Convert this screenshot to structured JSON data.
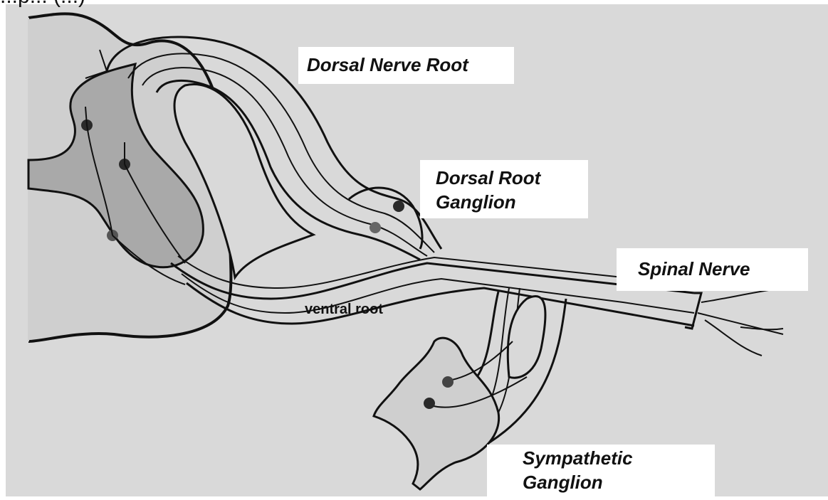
{
  "figure": {
    "top_caption": "...p... (...)",
    "labels": {
      "dorsal_nerve_root": "Dorsal Nerve Root",
      "dorsal_root_ganglion_line1": "Dorsal Root",
      "dorsal_root_ganglion_line2": "Ganglion",
      "spinal_nerve": "Spinal Nerve",
      "ventral_root": "ventral root",
      "sympathetic_ganglion_line1": "Sympathetic",
      "sympathetic_ganglion_line2": "Ganglion"
    },
    "colors": {
      "background": "#d9d9d9",
      "gray_matter": "#a9a9a9",
      "outline": "#111111",
      "neuron_dot": "#2a2a2a",
      "label_bg": "#ffffff"
    }
  }
}
